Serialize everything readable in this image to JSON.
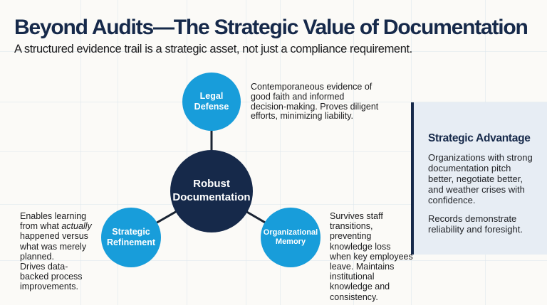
{
  "colors": {
    "navy": "#16294a",
    "accent-blue": "#189dda",
    "panel-bg": "#e7edf4",
    "text-dark": "#1b1b1d",
    "line": "#1a2433",
    "bg": "#fbfaf7"
  },
  "header": {
    "title": "Beyond Audits—The Strategic Value of Documentation",
    "subtitle": "A structured evidence trail is a strategic asset, not just a compliance requirement."
  },
  "diagram": {
    "hub": {
      "label_lines": [
        "Robust",
        "Documentation"
      ]
    },
    "legal_defense": {
      "label_lines": [
        "Legal",
        "Defense"
      ]
    },
    "strategic_refinement": {
      "label_lines": [
        "Strategic",
        "Refinement"
      ]
    },
    "organizational_memory": {
      "label_lines": [
        "Organizational",
        "Memory"
      ]
    }
  },
  "descriptions": {
    "legal_defense": {
      "lines": [
        "Contemporaneous evidence of",
        "good faith and informed",
        "decision-making. Proves diligent",
        "efforts, minimizing liability."
      ]
    },
    "strategic_refinement": {
      "line0": "Enables learning",
      "line1_pre": "from what ",
      "line1_italic": "actually",
      "line2": "happened versus",
      "line3": "what was merely",
      "line4": "planned.",
      "line5": "Drives data-",
      "line6": "backed process",
      "line7": "improvements."
    },
    "organizational_memory": {
      "lines": [
        "Survives staff",
        "transitions,",
        "preventing",
        "knowledge loss",
        "when key employees",
        "leave. Maintains",
        "institutional",
        "knowledge and",
        "consistency."
      ]
    }
  },
  "side_panel": {
    "heading": "Strategic Advantage",
    "paragraph1_lines": [
      "Organizations with strong",
      "documentation pitch",
      "better, negotiate better,",
      "and weather crises with",
      "confidence."
    ],
    "paragraph2_lines": [
      "Records demonstrate",
      "reliability and foresight."
    ]
  }
}
